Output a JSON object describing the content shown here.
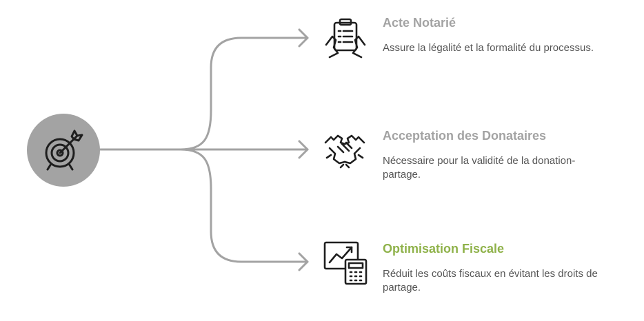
{
  "colors": {
    "connector": "#a3a3a3",
    "hub_fill": "#a3a3a3",
    "icon_stroke": "#1e1e1e",
    "title_default": "#a3a3a3",
    "title_highlight": "#8fb24a",
    "description": "#555555"
  },
  "hub": {
    "icon": "target-arrow-icon"
  },
  "branches": [
    {
      "icon": "clipboard-hands-icon",
      "title": "Acte Notarié",
      "description": "Assure la légalité et la formalité du processus.",
      "highlighted": false
    },
    {
      "icon": "handshake-puzzle-icon",
      "title": "Acceptation des Donataires",
      "description": "Nécessaire pour la validité de la donation-partage.",
      "highlighted": false
    },
    {
      "icon": "chart-calculator-icon",
      "title": "Optimisation Fiscale",
      "description": "Réduit les coûts fiscaux en évitant les droits de partage.",
      "highlighted": true
    }
  ]
}
